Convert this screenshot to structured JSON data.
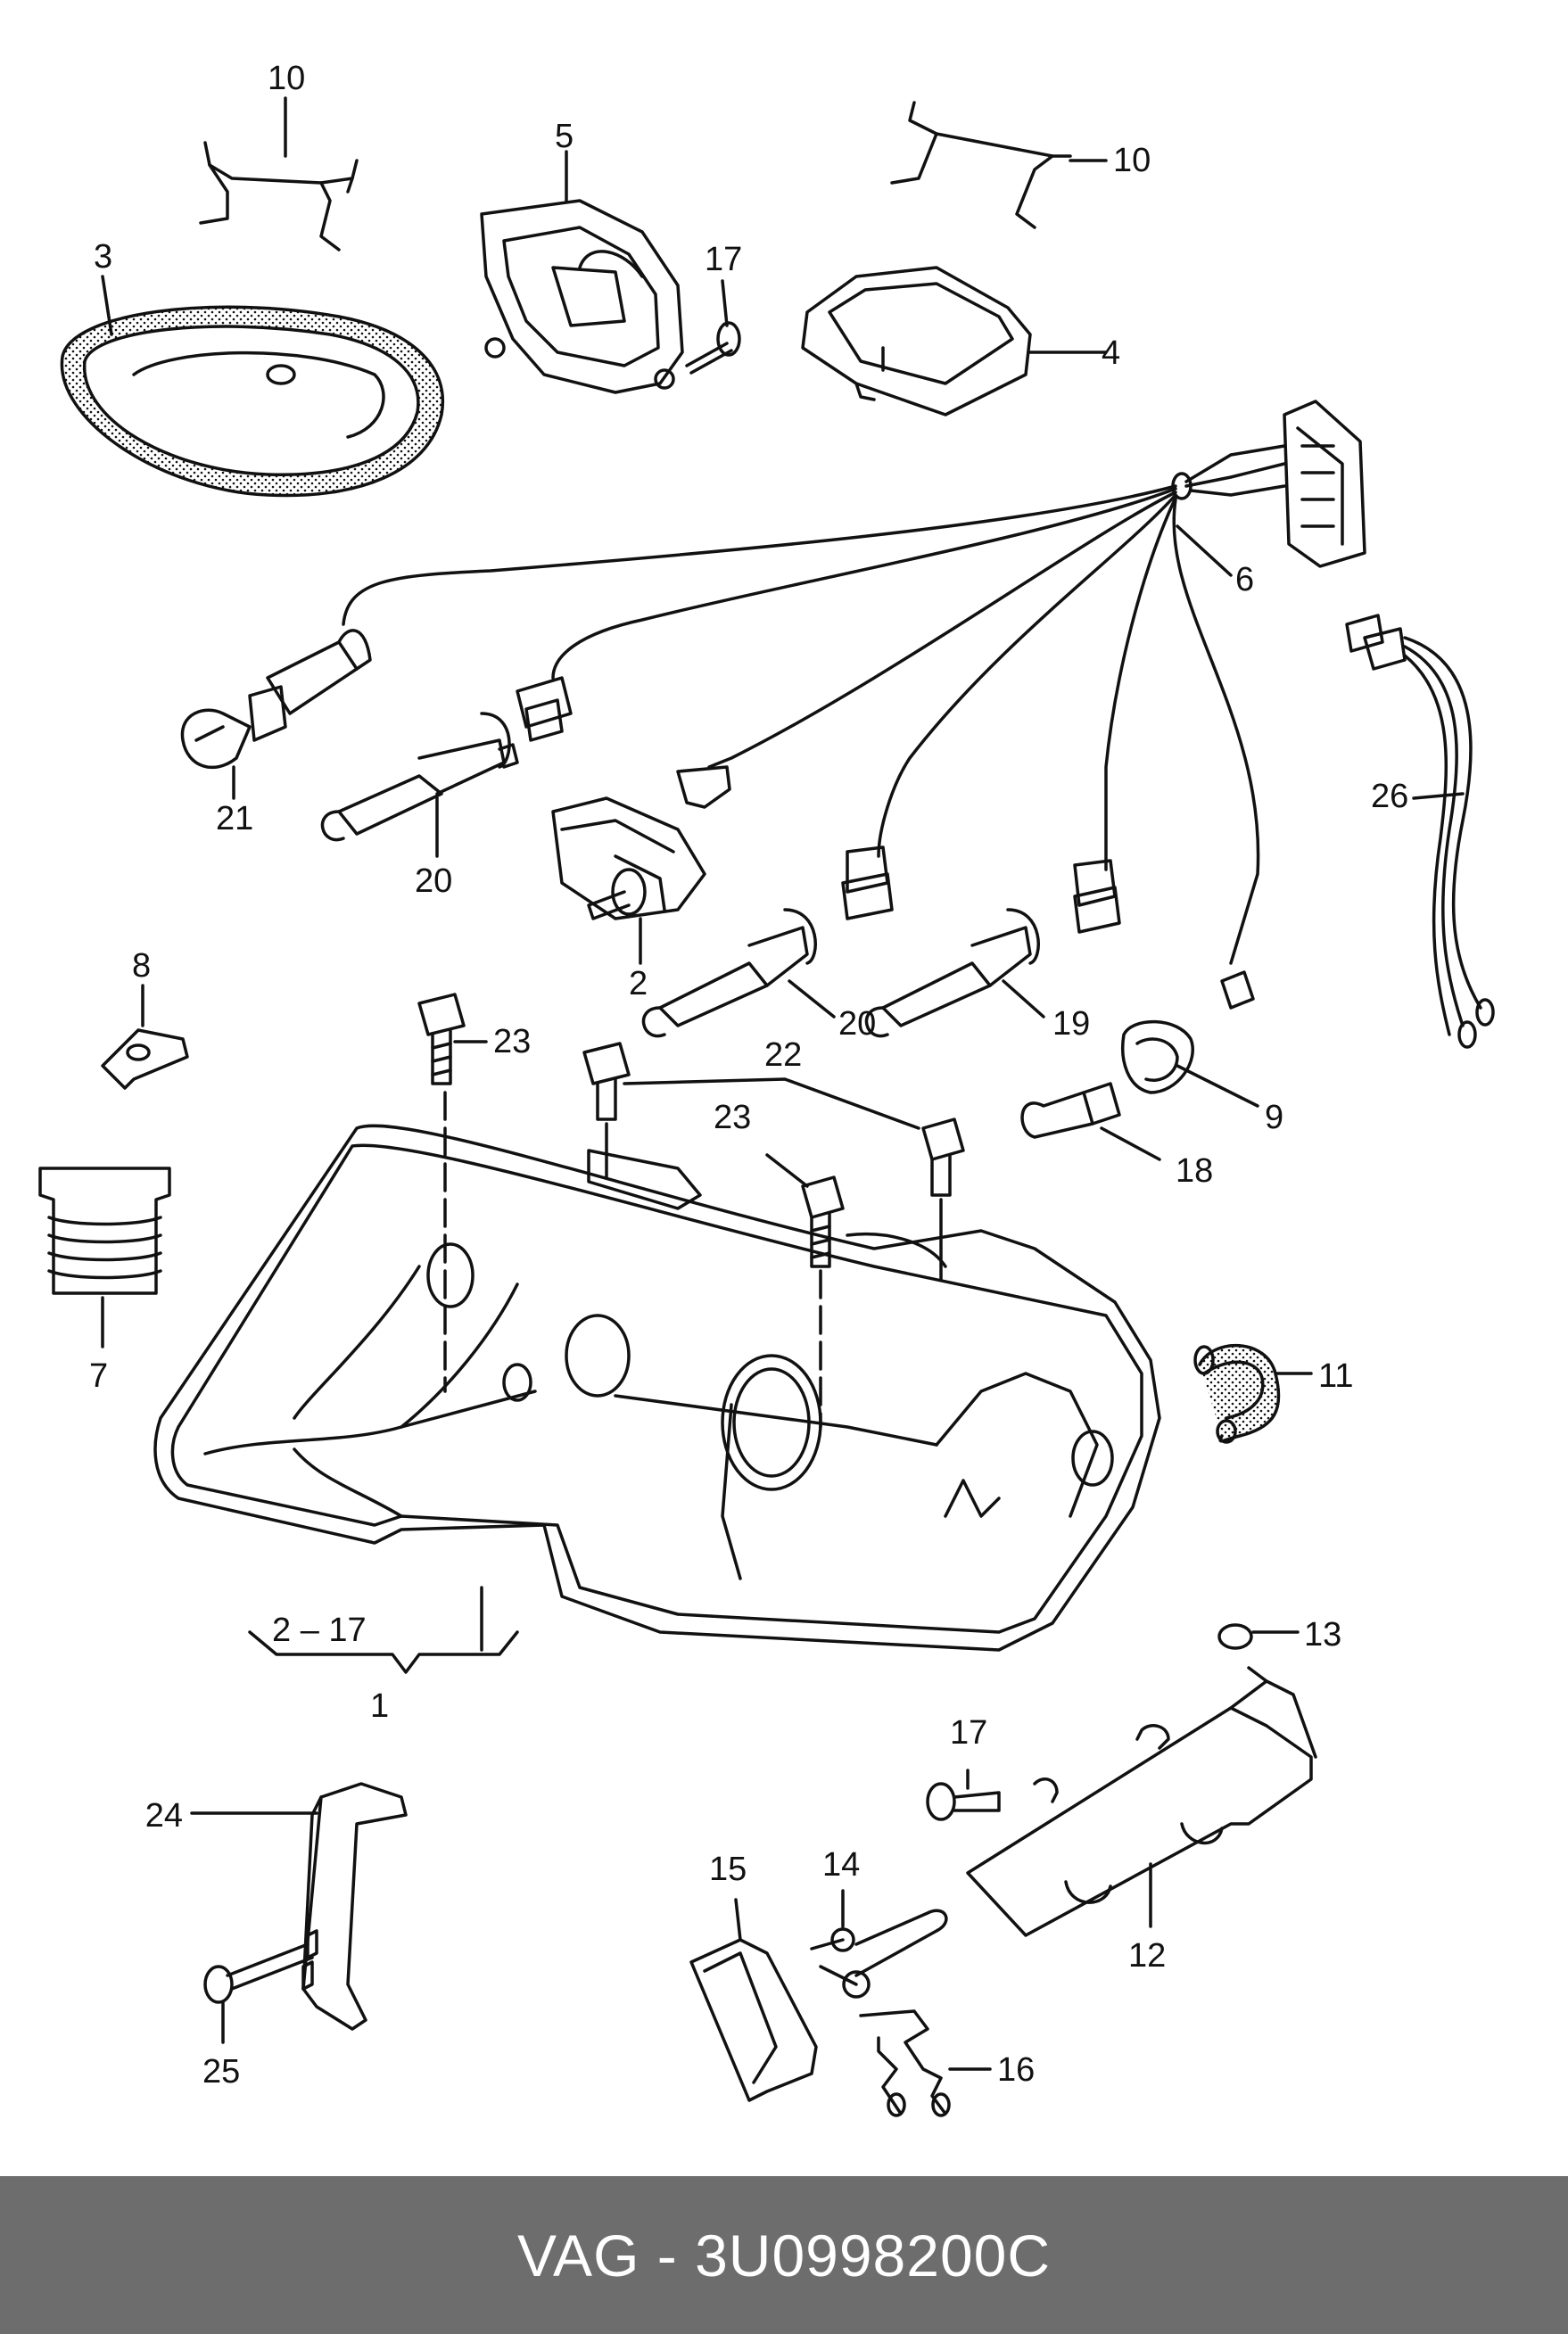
{
  "labels": {
    "l1": "1",
    "l2": "2",
    "l2_17": "2 – 17",
    "l3": "3",
    "l4": "4",
    "l5": "5",
    "l6": "6",
    "l7": "7",
    "l8": "8",
    "l9": "9",
    "l10a": "10",
    "l10b": "10",
    "l11": "11",
    "l12": "12",
    "l13": "13",
    "l14": "14",
    "l15": "15",
    "l16": "16",
    "l17a": "17",
    "l17b": "17",
    "l18": "18",
    "l19": "19",
    "l20a": "20",
    "l20b": "20",
    "l21": "21",
    "l22": "22",
    "l23a": "23",
    "l23b": "23",
    "l24": "24",
    "l25": "25",
    "l26": "26"
  },
  "footer": {
    "text": "VAG - 3U0998200C"
  },
  "colors": {
    "line": "#111111",
    "footer_bg": "#6d6d6d",
    "footer_text": "#ffffff"
  }
}
